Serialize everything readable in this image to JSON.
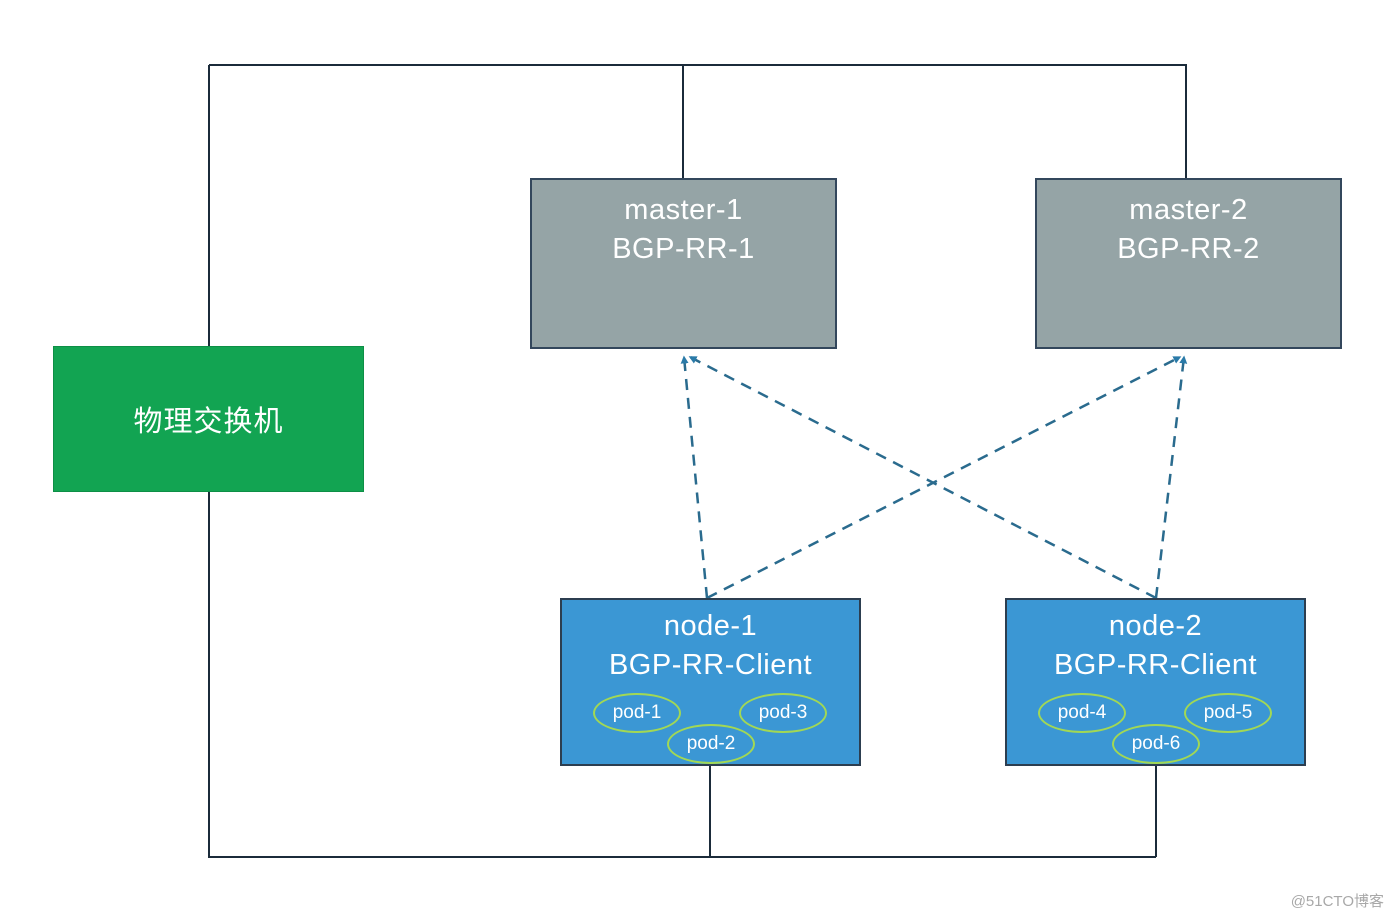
{
  "diagram": {
    "switch": {
      "label": "物理交换机"
    },
    "masters": [
      {
        "name": "master-1",
        "role": "BGP-RR-1"
      },
      {
        "name": "master-2",
        "role": "BGP-RR-2"
      }
    ],
    "nodes": [
      {
        "name": "node-1",
        "role": "BGP-RR-Client",
        "pods": {
          "left": "pod-1",
          "bottom": "pod-2",
          "right": "pod-3"
        }
      },
      {
        "name": "node-2",
        "role": "BGP-RR-Client",
        "pods": {
          "left": "pod-4",
          "bottom": "pod-6",
          "right": "pod-5"
        }
      }
    ],
    "connections": [
      {
        "from": "node-1",
        "to": "master-1",
        "style": "dashed-arrow"
      },
      {
        "from": "node-1",
        "to": "master-2",
        "style": "dashed-arrow"
      },
      {
        "from": "node-2",
        "to": "master-1",
        "style": "dashed-arrow"
      },
      {
        "from": "node-2",
        "to": "master-2",
        "style": "dashed-arrow"
      }
    ],
    "colors": {
      "switch_green": "#12a452",
      "master_gray": "#95a4a6",
      "node_blue": "#3b97d4",
      "pod_outline_green": "#a2d854",
      "solid_wire": "#1b2b3a",
      "dashed_wire": "#2a6b8e"
    },
    "watermark": "@51CTO博客"
  }
}
